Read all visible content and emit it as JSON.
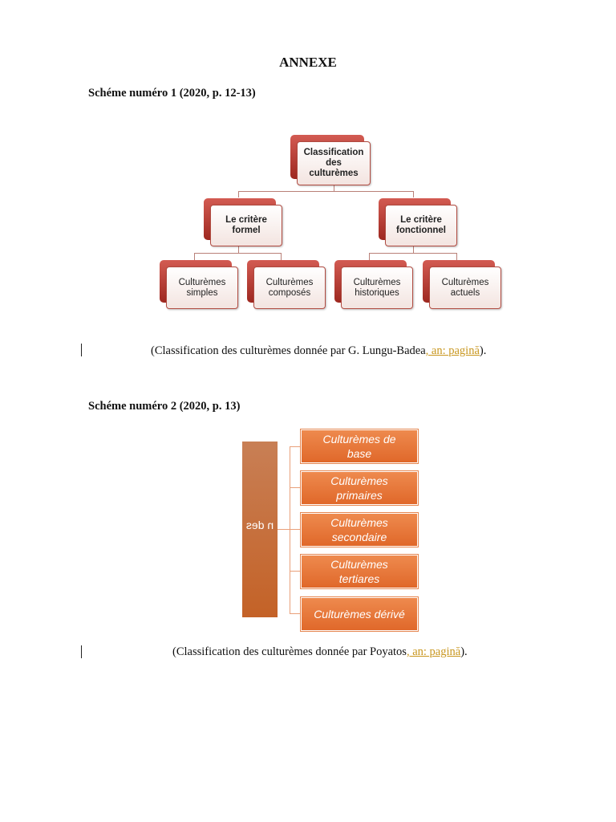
{
  "title": "ANNEXE",
  "scheme1": {
    "heading": "Schéme numéro 1 (2020, p. 12-13)",
    "root": "Classification\ndes\nculturèmes",
    "criteria": [
      "Le critère\nformel",
      "Le critère\nfonctionnel"
    ],
    "leaves": [
      "Culturèmes\nsimples",
      "Culturèmes\ncomposés",
      "Culturèmes\nhistoriques",
      "Culturèmes\nactuels"
    ],
    "caption_main": "(Classification des culturèmes donnée par G. Lungu-Badea",
    "caption_revision": ", an: pagină",
    "caption_close": ")."
  },
  "scheme2": {
    "heading": "Schéme numéro 2 (2020, p. 13)",
    "bar_label": "n des",
    "items": [
      "Culturèmes de\nbase",
      "Culturèmes\nprimaires",
      "Culturèmes\nsecondaire",
      "Culturèmes\ntertiares",
      "Culturèmes dérivé"
    ],
    "caption_main": "(Classification des culturèmes donnée par Poyatos",
    "caption_revision": ", an: pagină",
    "caption_close": ")."
  }
}
